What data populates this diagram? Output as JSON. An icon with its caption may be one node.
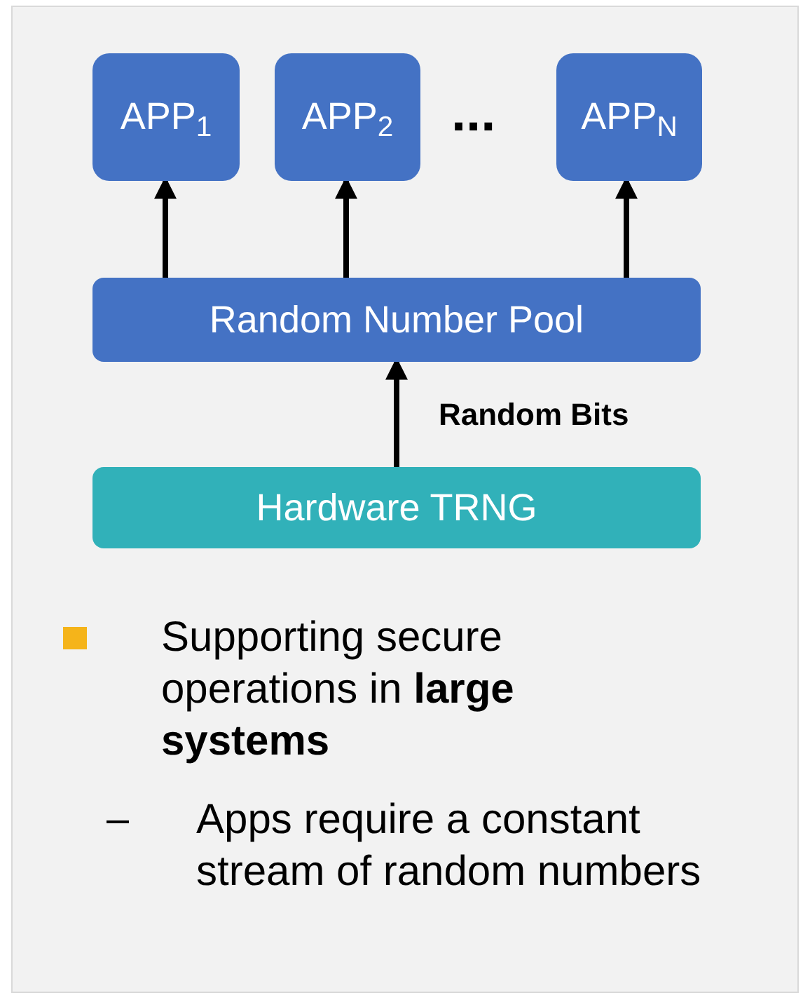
{
  "diagram": {
    "nodes": [
      {
        "text": [
          "APP$_{1}$"
        ]
      },
      {
        "text": [
          "APP$_{2}$"
        ]
      },
      {
        "text": [
          "APP$_{N}$"
        ]
      },
      {
        "text": [
          "Random Number Pool"
        ]
      },
      {
        "text": [
          "Hardware TRNG"
        ]
      }
    ],
    "edges": [
      {
        "from": 3,
        "to": 0,
        "arrow": "to"
      },
      {
        "from": 3,
        "to": 1,
        "arrow": "to"
      },
      {
        "from": 3,
        "to": 2,
        "arrow": "to"
      },
      {
        "from": 4,
        "to": 3,
        "arrow": "to",
        "label": "Random Bits"
      }
    ],
    "labels": [
      "...",
      "Supporting secure operations in **large systems**",
      "Apps require a constant stream of random numbers"
    ]
  }
}
